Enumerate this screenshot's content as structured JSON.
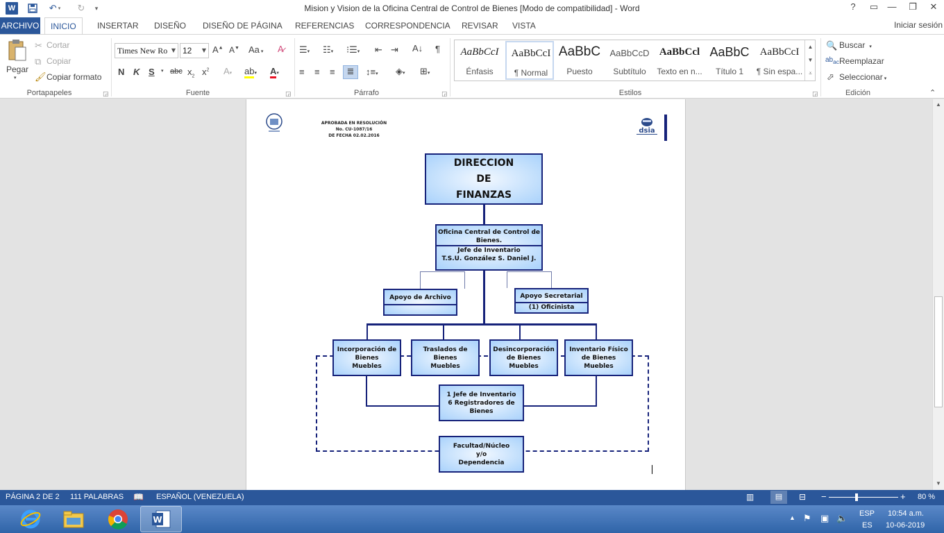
{
  "window": {
    "title": "Mision y Vision de la Oficina Central de Control de Bienes [Modo de compatibilidad] - Word",
    "help": "?",
    "app_icon_letter": "W"
  },
  "tabs": [
    "ARCHIVO",
    "INICIO",
    "INSERTAR",
    "DISEÑO",
    "DISEÑO DE PÁGINA",
    "REFERENCIAS",
    "CORRESPONDENCIA",
    "REVISAR",
    "VISTA"
  ],
  "signin": "Iniciar sesión",
  "clipboard": {
    "paste": "Pegar",
    "cut": "Cortar",
    "copy": "Copiar",
    "format_painter": "Copiar formato",
    "label": "Portapapeles"
  },
  "font": {
    "name": "Times New Ro",
    "size": "12",
    "label": "Fuente",
    "case": "Aa"
  },
  "paragraph": {
    "label": "Párrafo"
  },
  "styles": {
    "label": "Estilos",
    "items": [
      {
        "sample": "AaBbCcI",
        "name": "Énfasis"
      },
      {
        "sample": "AaBbCcI",
        "name": "¶ Normal"
      },
      {
        "sample": "AaBbC",
        "name": "Puesto"
      },
      {
        "sample": "AaBbCcD",
        "name": "Subtítulo"
      },
      {
        "sample": "AaBbCcl",
        "name": "Texto en n..."
      },
      {
        "sample": "AaBbC",
        "name": "Título 1"
      },
      {
        "sample": "AaBbCcI",
        "name": "¶ Sin espa..."
      }
    ]
  },
  "editing": {
    "find": "Buscar",
    "replace": "Reemplazar",
    "select": "Seleccionar",
    "label": "Edición"
  },
  "document": {
    "header": [
      "APROBADA EN RESOLUCIÓN",
      "No. CU-1087/16",
      "DE FECHA 02.02.2016"
    ],
    "logo_text": "dsia",
    "org": {
      "top": [
        "DIRECCION",
        "DE",
        "FINANZAS"
      ],
      "central": [
        "Oficina Central de Control de",
        "Bienes.",
        "Jefe de Inventario",
        "T.S.U. González S. Daniel J."
      ],
      "archivo": "Apoyo de Archivo",
      "secretarial": [
        "Apoyo Secretarial",
        "(1) Oficinista"
      ],
      "incorporacion": [
        "Incorporación de",
        "Bienes",
        "Muebles"
      ],
      "traslados": [
        "Traslados de",
        "Bienes",
        "Muebles"
      ],
      "desincorporacion": [
        "Desincorporación",
        "de Bienes",
        "Muebles"
      ],
      "inventario": [
        "Inventario Físico",
        "de Bienes",
        "Muebles"
      ],
      "jefe": [
        "1 Jefe de Inventario",
        "6 Registradores de",
        "Bienes"
      ],
      "facultad": [
        "Facultad/Núcleo",
        "y/o",
        "Dependencia"
      ]
    }
  },
  "status": {
    "page": "PÁGINA 2 DE 2",
    "words": "111 PALABRAS",
    "language": "ESPAÑOL (VENEZUELA)",
    "zoom": "80 %"
  },
  "taskbar": {
    "lang1": "ESP",
    "lang2": "ES",
    "time": "10:54 a.m.",
    "date": "10-06-2019"
  }
}
